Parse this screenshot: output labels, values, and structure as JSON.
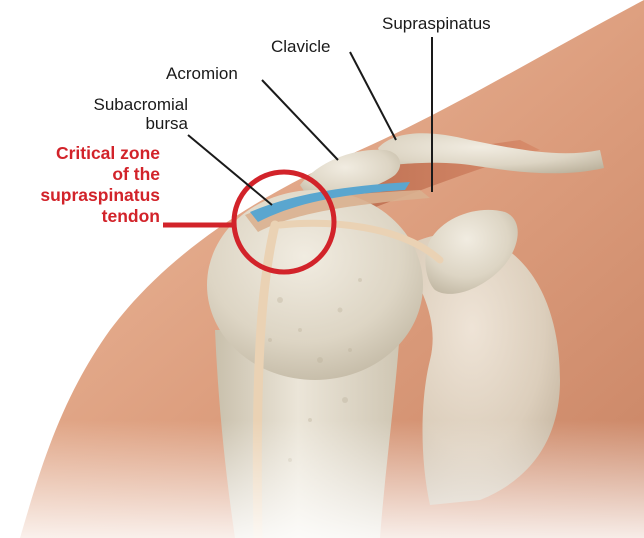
{
  "labels": {
    "supraspinatus": "Supraspinatus",
    "clavicle": "Clavicle",
    "acromion": "Acromion",
    "bursa_line1": "Subacromial",
    "bursa_line2": "bursa",
    "critical_line1": "Critical zone",
    "critical_line2": "of the",
    "critical_line3": "supraspinatus",
    "critical_line4": "tendon"
  },
  "colors": {
    "skin": "#d99878",
    "skin_highlight": "#ecb89c",
    "bone": "#e3dccd",
    "bone_shadow": "#c8bfac",
    "muscle": "#c77a5c",
    "bursa": "#5aa6cf",
    "tendon": "#ead2b4",
    "critical": "#d2232a",
    "leader": "#1a1a1a"
  }
}
